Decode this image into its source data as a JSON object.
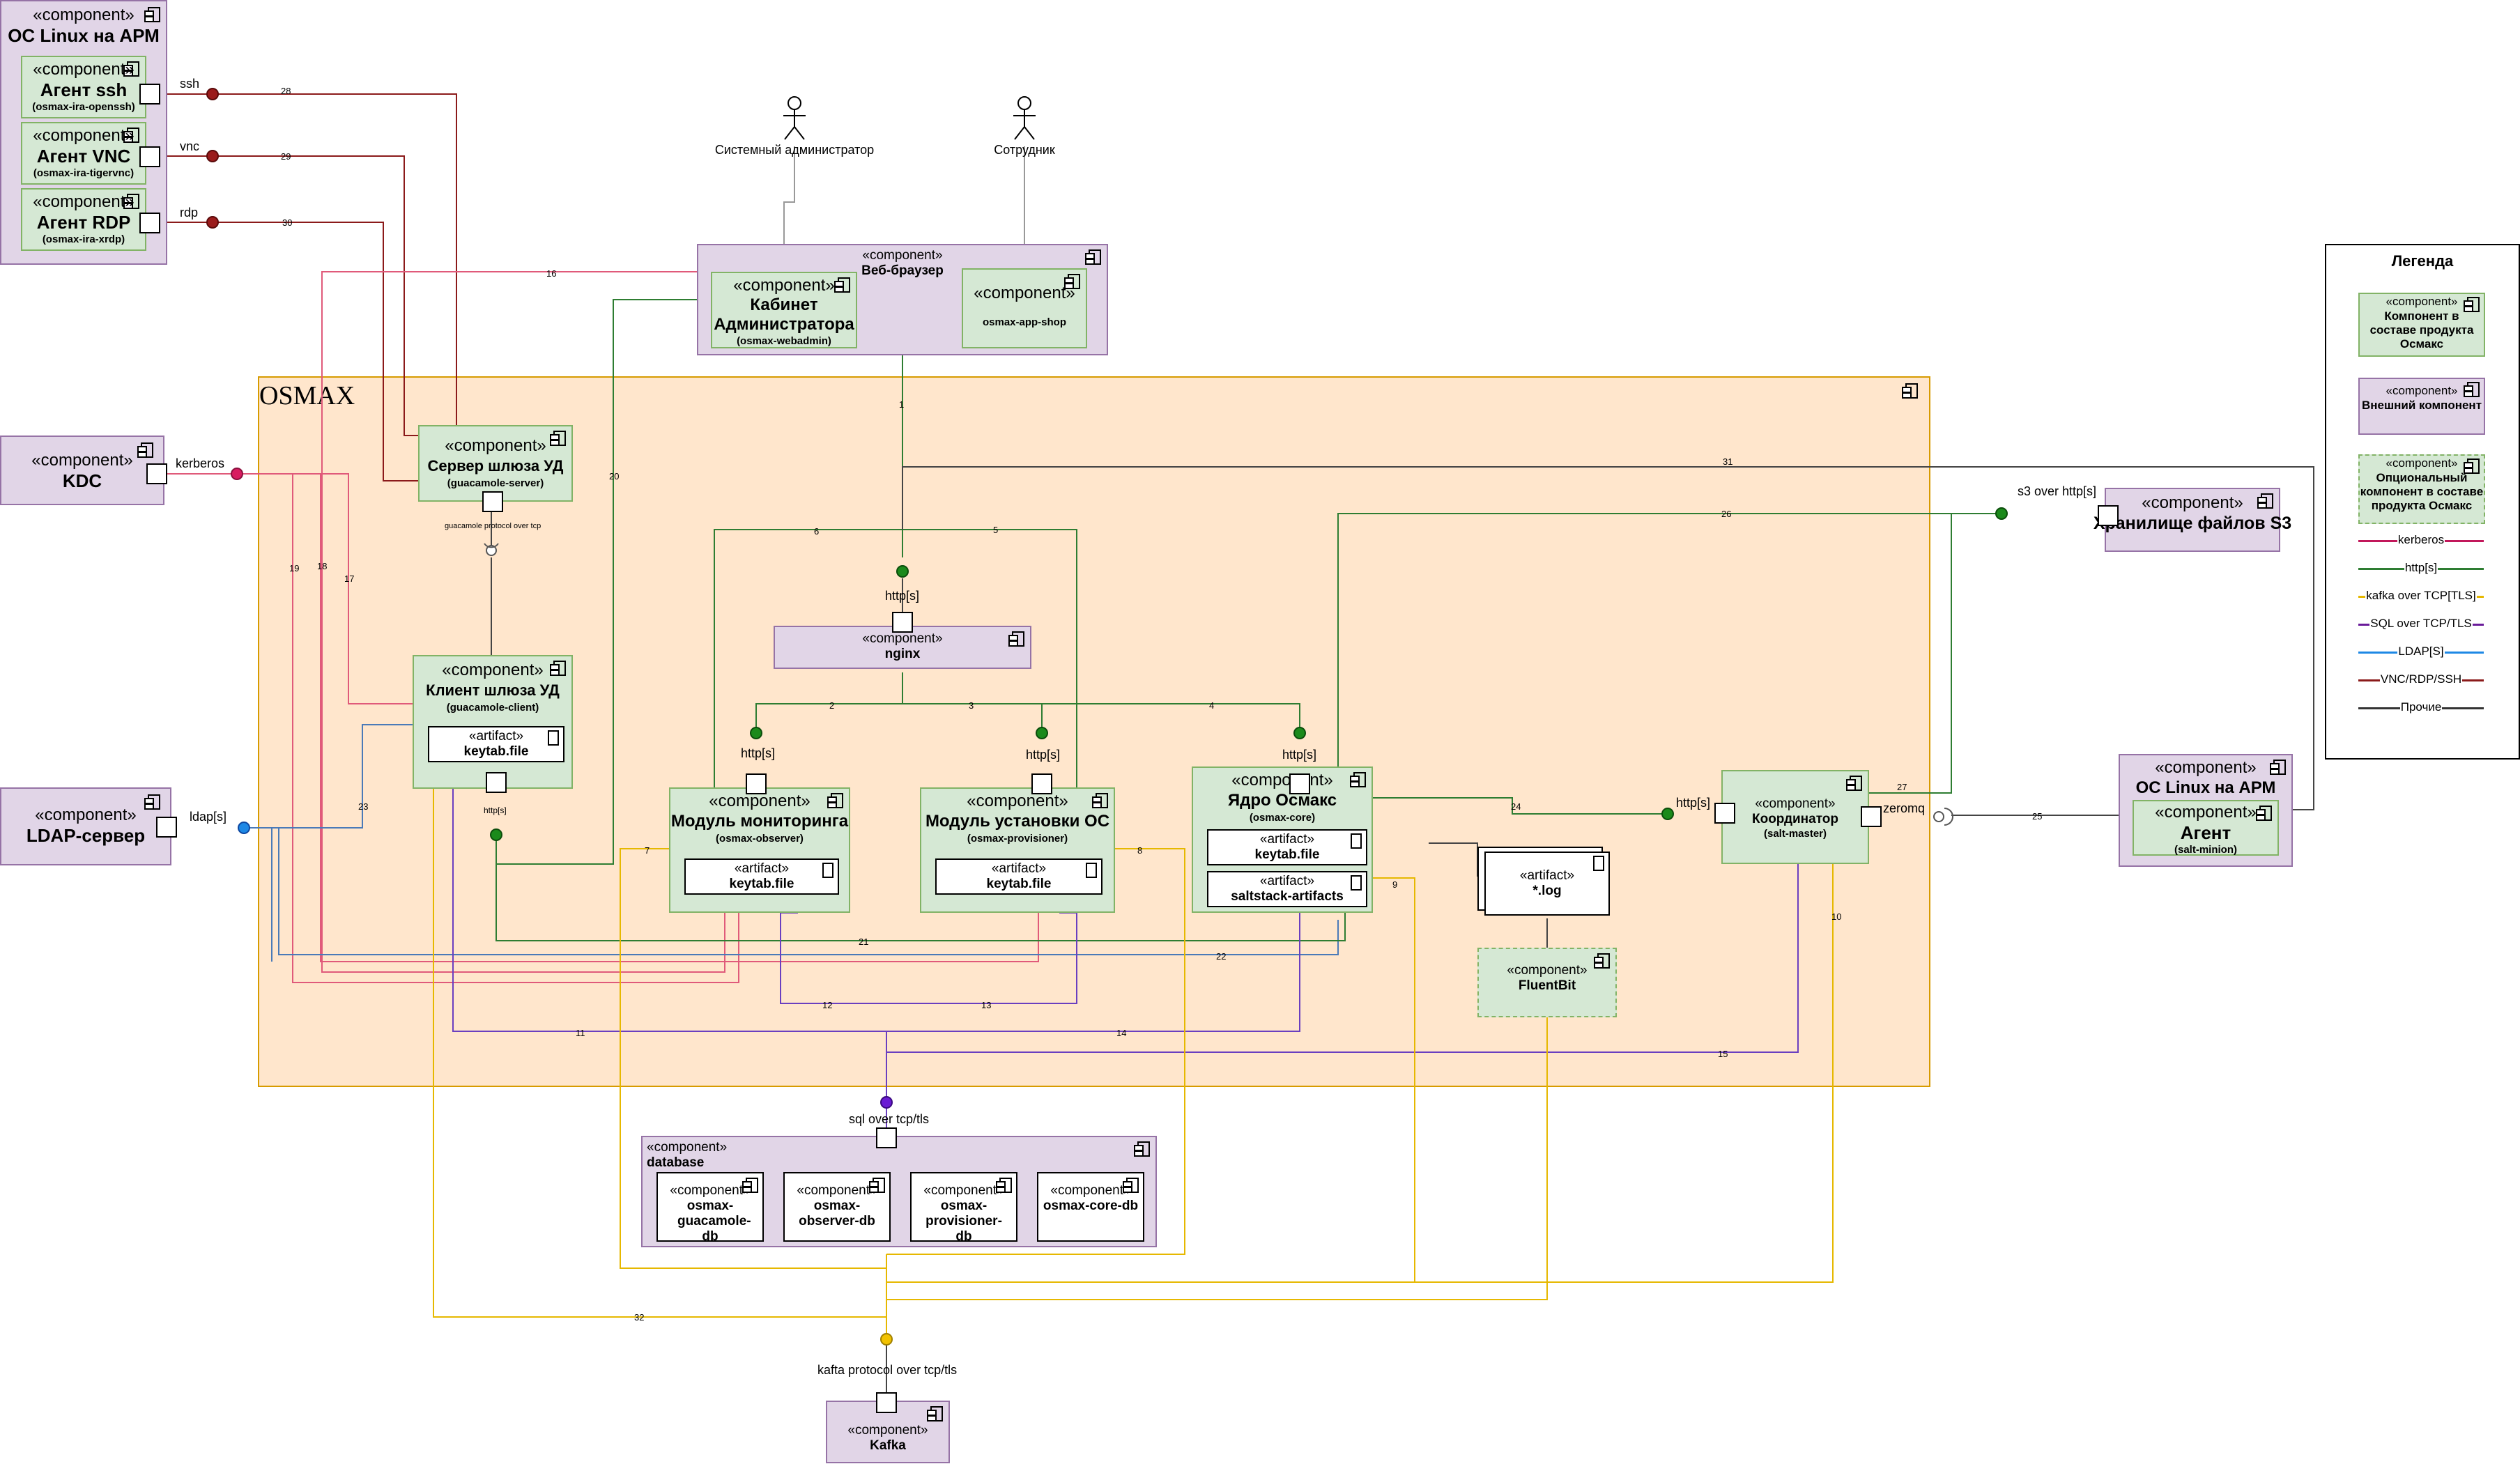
{
  "diagram": {
    "legend": {
      "title": "Легенда",
      "items": [
        {
          "stereotype": "«component»",
          "name": "Компонент в составе продукта Осмакс",
          "style": "green"
        },
        {
          "stereotype": "«component»",
          "name": "Внешний компонент",
          "style": "purple"
        },
        {
          "stereotype": "«component»",
          "name": "Опциональный компонент в составе продукта Осмакс",
          "style": "green-dashed"
        }
      ],
      "lines": [
        {
          "label": "kerberos",
          "color": "#c2185b"
        },
        {
          "label": "http[s]",
          "color": "#2e7d32"
        },
        {
          "label": "kafka over TCP[TLS]",
          "color": "#e6b800"
        },
        {
          "label": "SQL over TCP/TLS",
          "color": "#6a1b9a"
        },
        {
          "label": "LDAP[S]",
          "color": "#1e88e5"
        },
        {
          "label": "VNC/RDP/SSH",
          "color": "#8b1a1a"
        },
        {
          "label": "Прочие",
          "color": "#333333"
        }
      ]
    },
    "actors": {
      "admin": "Системный администратор",
      "employee": "Сотрудник"
    },
    "osmax_frame_title": "OSMAX",
    "components": {
      "linux_arm_top": {
        "stereotype": "«component»",
        "name": "ОС Linux на АРМ"
      },
      "agent_ssh": {
        "stereotype": "«component»",
        "name": "Агент ssh",
        "sub": "(osmax-ira-openssh)"
      },
      "agent_vnc": {
        "stereotype": "«component»",
        "name": "Агент VNC",
        "sub": "(osmax-ira-tigervnc)"
      },
      "agent_rdp": {
        "stereotype": "«component»",
        "name": "Агент RDP",
        "sub": "(osmax-ira-xrdp)"
      },
      "kdc": {
        "stereotype": "«component»",
        "name": "KDC"
      },
      "ldap": {
        "stereotype": "«component»",
        "name": "LDAP-сервер"
      },
      "browser": {
        "stereotype": "«component»",
        "name": "Веб-браузер"
      },
      "cabinet": {
        "stereotype": "«component»",
        "name": "Кабинет Администратора",
        "sub": "(osmax-webadmin)"
      },
      "appshop": {
        "stereotype": "«component»",
        "sub": "osmax-app-shop"
      },
      "gw_server": {
        "stereotype": "«component»",
        "name": "Сервер шлюза УД",
        "sub": "(guacamole-server)"
      },
      "gw_client": {
        "stereotype": "«component»",
        "name": "Клиент шлюза УД",
        "sub": "(guacamole-client)"
      },
      "gw_client_keytab": {
        "stereotype": "«artifact»",
        "name": "keytab.file"
      },
      "nginx": {
        "stereotype": "«component»",
        "name": "nginx"
      },
      "observer": {
        "stereotype": "«component»",
        "name": "Модуль мониторинга",
        "sub": "(osmax-observer)"
      },
      "observer_keytab": {
        "stereotype": "«artifact»",
        "name": "keytab.file"
      },
      "provisioner": {
        "stereotype": "«component»",
        "name": "Модуль установки ОС",
        "sub": "(osmax-provisioner)"
      },
      "provisioner_keytab": {
        "stereotype": "«artifact»",
        "name": "keytab.file"
      },
      "core": {
        "stereotype": "«component»",
        "name": "Ядро Осмакс",
        "sub": "(osmax-core)"
      },
      "core_keytab": {
        "stereotype": "«artifact»",
        "name": "keytab.file"
      },
      "core_salt": {
        "stereotype": "«artifact»",
        "name": "saltstack-artifacts"
      },
      "log": {
        "stereotype": "«artifact»",
        "name": "*.log"
      },
      "fluentbit": {
        "stereotype": "«component»",
        "name": "FluentBit"
      },
      "coordinator": {
        "stereotype": "«component»",
        "name": "Координатор",
        "sub": "(salt-master)"
      },
      "s3": {
        "stereotype": "«component»",
        "name": "Хранилище файлов S3"
      },
      "linux_arm_right": {
        "stereotype": "«component»",
        "name": "ОС Linux на АРМ"
      },
      "agent_minion": {
        "stereotype": "«component»",
        "name": "Агент",
        "sub": "(salt-minion)"
      },
      "database": {
        "stereotype": "«component»",
        "name": "database"
      },
      "db_guac": {
        "stereotype": "«component»",
        "name": "osmax-guacamole-db"
      },
      "db_observer": {
        "stereotype": "«component»",
        "name": "osmax-observer-db"
      },
      "db_provisioner": {
        "stereotype": "«component»",
        "name": "osmax-provisioner-db"
      },
      "db_core": {
        "stereotype": "«component»",
        "name": "osmax-core-db"
      },
      "kafka": {
        "stereotype": "«component»",
        "name": "Kafka"
      }
    },
    "interface_labels": {
      "ssh": "ssh",
      "vnc": "vnc",
      "rdp": "rdp",
      "kerberos": "kerberos",
      "ldap": "ldap[s]",
      "guac_protocol": "guacamole protocol over tcp",
      "nginx_http": "http[s]",
      "observer_http": "http[s]",
      "provisioner_http": "http[s]",
      "core_http": "http[s]",
      "gwclient_http": "http[s]",
      "coord_http": "http[s]",
      "s3_http": "s3 over http[s]",
      "zeromq": "zeromq",
      "sql": "sql over tcp/tls",
      "kafka": "kafta protocol over tcp/tls"
    },
    "connector_numbers": [
      "1",
      "2",
      "3",
      "4",
      "5",
      "6",
      "7",
      "8",
      "9",
      "10",
      "11",
      "12",
      "13",
      "14",
      "15",
      "16",
      "17",
      "18",
      "19",
      "20",
      "21",
      "22",
      "23",
      "24",
      "25",
      "26",
      "27",
      "28",
      "29",
      "30",
      "31",
      "32"
    ]
  }
}
